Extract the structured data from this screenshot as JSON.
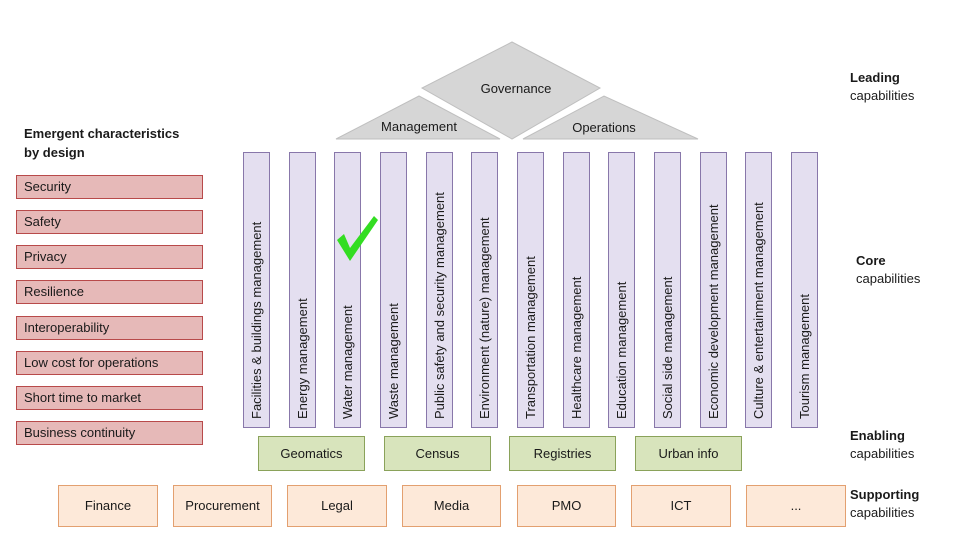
{
  "emergent": {
    "title_line1": "Emergent characteristics",
    "title_line2": "by design",
    "items": [
      "Security",
      "Safety",
      "Privacy",
      "Resilience",
      "Interoperability",
      "Low cost for operations",
      "Short time to market",
      "Business continuity"
    ]
  },
  "leading": {
    "governance": "Governance",
    "management": "Management",
    "operations": "Operations"
  },
  "core": {
    "items": [
      "Facilities & buildings management",
      "Energy management",
      "Water management",
      "Waste management",
      "Public safety and security management",
      "Environment (nature) management",
      "Transportation management",
      "Healthcare management",
      "Education management",
      "Social side management",
      "Economic development management",
      "Culture & entertainment management",
      "Tourism management"
    ],
    "checkmark_color": "#33dd22"
  },
  "enabling": {
    "items": [
      "Geomatics",
      "Census",
      "Registries",
      "Urban info"
    ]
  },
  "supporting": {
    "items": [
      "Finance",
      "Procurement",
      "Legal",
      "Media",
      "PMO",
      "ICT",
      "..."
    ]
  },
  "labels": {
    "leading": {
      "bold": "Leading",
      "normal": "capabilities"
    },
    "core": {
      "bold": "Core",
      "normal": "capabilities"
    },
    "enabling": {
      "bold": "Enabling",
      "normal": "capabilities"
    },
    "supporting": {
      "bold": "Supporting",
      "normal": "capabilities"
    }
  }
}
